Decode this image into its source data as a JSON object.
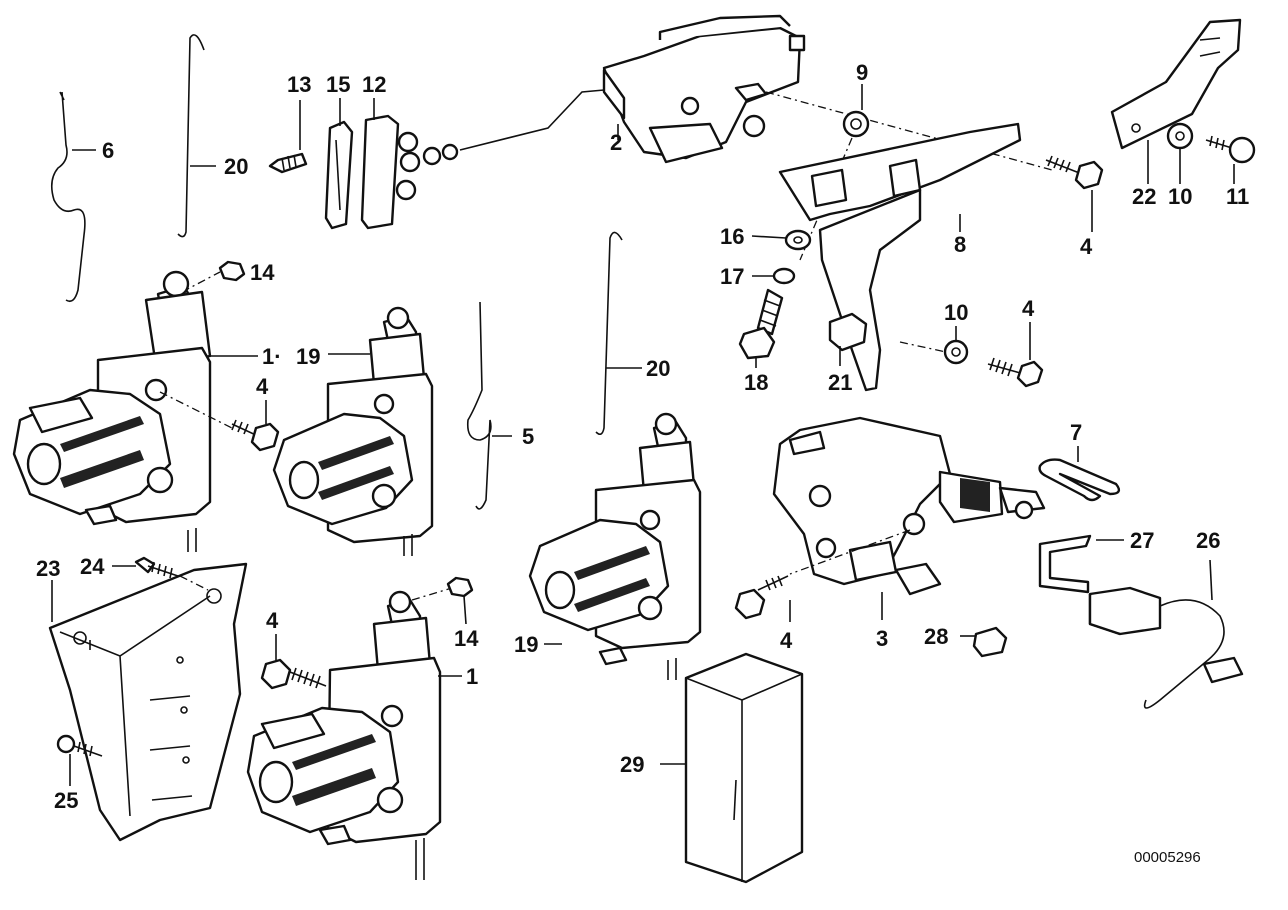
{
  "diagram": {
    "reference_number": "00005296",
    "callouts": [
      {
        "id": "c1a",
        "label": "1·"
      },
      {
        "id": "c1b",
        "label": "1"
      },
      {
        "id": "c2",
        "label": "2"
      },
      {
        "id": "c3",
        "label": "3"
      },
      {
        "id": "c4a",
        "label": "4"
      },
      {
        "id": "c4b",
        "label": "4"
      },
      {
        "id": "c4c",
        "label": "4"
      },
      {
        "id": "c4d",
        "label": "4"
      },
      {
        "id": "c4e",
        "label": "4"
      },
      {
        "id": "c5",
        "label": "5"
      },
      {
        "id": "c6",
        "label": "6"
      },
      {
        "id": "c7",
        "label": "7"
      },
      {
        "id": "c8",
        "label": "8"
      },
      {
        "id": "c9",
        "label": "9"
      },
      {
        "id": "c10a",
        "label": "10"
      },
      {
        "id": "c10b",
        "label": "10"
      },
      {
        "id": "c11",
        "label": "11"
      },
      {
        "id": "c12",
        "label": "12"
      },
      {
        "id": "c13",
        "label": "13"
      },
      {
        "id": "c14a",
        "label": "14"
      },
      {
        "id": "c14b",
        "label": "14"
      },
      {
        "id": "c15",
        "label": "15"
      },
      {
        "id": "c16",
        "label": "16"
      },
      {
        "id": "c17",
        "label": "17"
      },
      {
        "id": "c18",
        "label": "18"
      },
      {
        "id": "c19a",
        "label": "19"
      },
      {
        "id": "c19b",
        "label": "19"
      },
      {
        "id": "c20a",
        "label": "20"
      },
      {
        "id": "c20b",
        "label": "20"
      },
      {
        "id": "c21",
        "label": "21"
      },
      {
        "id": "c22",
        "label": "22"
      },
      {
        "id": "c23",
        "label": "23"
      },
      {
        "id": "c24",
        "label": "24"
      },
      {
        "id": "c25",
        "label": "25"
      },
      {
        "id": "c26",
        "label": "26"
      },
      {
        "id": "c27",
        "label": "27"
      },
      {
        "id": "c28",
        "label": "28"
      },
      {
        "id": "c29",
        "label": "29"
      }
    ]
  }
}
